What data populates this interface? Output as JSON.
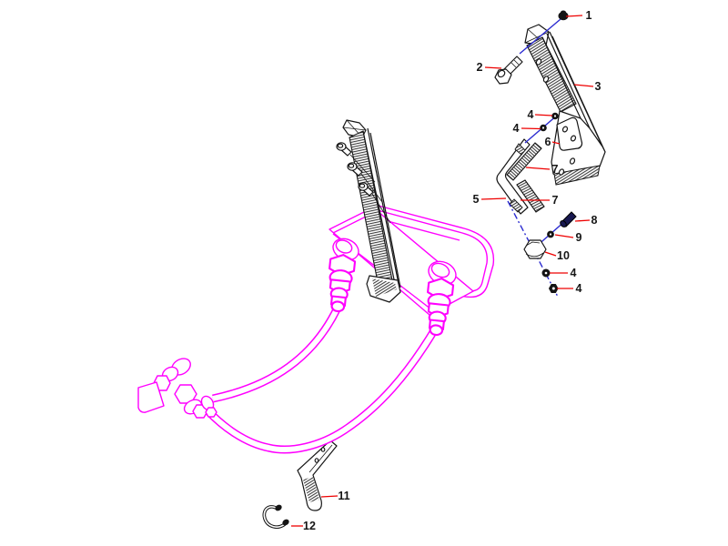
{
  "diagram": {
    "kind": "exploded-parts-diagram",
    "subject": "oil-cooler-and-hose-assembly-with-mounting-brackets",
    "background_color": "#ffffff",
    "colors": {
      "main_assembly": "#ff00ff",
      "hardware_outline": "#161616",
      "leader_line": "#ee0000",
      "assembly_axis": "#2b2bd0",
      "callout_text": "#161616"
    },
    "callouts": [
      {
        "label": "1",
        "part": "cap-nut"
      },
      {
        "label": "2",
        "part": "hex-bolt"
      },
      {
        "label": "3",
        "part": "upper-mounting-bracket"
      },
      {
        "label": "4",
        "part": "washer"
      },
      {
        "label": "4",
        "part": "washer"
      },
      {
        "label": "6",
        "part": "spacer-plate"
      },
      {
        "label": "7",
        "part": "pad-upper"
      },
      {
        "label": "5",
        "part": "l-bracket"
      },
      {
        "label": "7",
        "part": "pad-lower"
      },
      {
        "label": "8",
        "part": "bolt"
      },
      {
        "label": "9",
        "part": "washer"
      },
      {
        "label": "10",
        "part": "hex-nut"
      },
      {
        "label": "4",
        "part": "washer"
      },
      {
        "label": "4",
        "part": "lock-nut"
      },
      {
        "label": "11",
        "part": "support-bracket"
      },
      {
        "label": "12",
        "part": "hose-clip"
      }
    ]
  }
}
